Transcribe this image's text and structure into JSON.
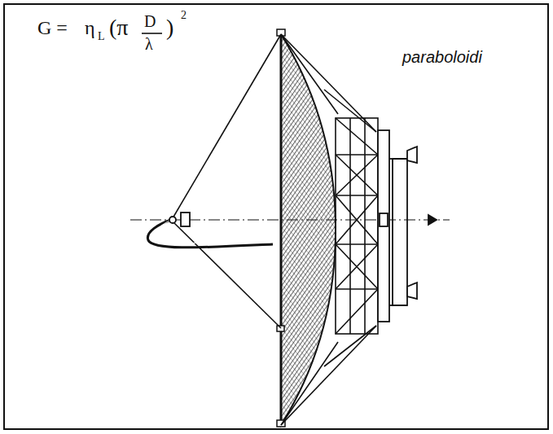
{
  "diagram": {
    "labels": [
      "G =",
      "η",
      "L",
      "(π",
      "D",
      "λ",
      ")",
      "2",
      "paraboloidi"
    ]
  }
}
